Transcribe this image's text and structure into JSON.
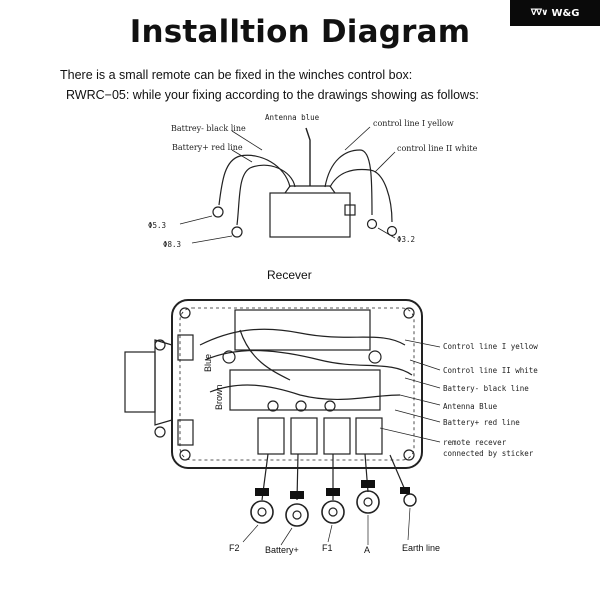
{
  "brand": {
    "mark": "∇∇∨",
    "name": "W&G"
  },
  "title": "Installtion Diagram",
  "intro": {
    "line1": "There is a small remote can be fixed in the winches control box:",
    "line2": "RWRC−05: while your fixing according to the drawings showing as follows:"
  },
  "remote_diagram": {
    "labels": {
      "battery_minus": "Battrey- black line",
      "battery_plus": "Battery+ red line",
      "antenna": "Antenna blue",
      "control_1": "control line I yellow",
      "control_2": "control line II white",
      "d53": "Φ5.3",
      "d83": "Φ8.3",
      "d32": "Φ3.2"
    },
    "caption": "Recever"
  },
  "box_diagram": {
    "right_labels": {
      "control_1": "Control line I yellow",
      "control_2": "Control line II white",
      "battery_minus": "Battery-  black line",
      "antenna": "Antenna Blue",
      "battery_plus": "Battery+ red line",
      "remote_1": "remote recever",
      "remote_2": "connected by sticker"
    },
    "inner_labels": {
      "blue": "Blue",
      "brown": "Brown"
    },
    "terminals": {
      "f2": "F2",
      "battery_plus": "Battery+",
      "f1": "F1",
      "a": "A",
      "earth": "Earth line"
    }
  }
}
